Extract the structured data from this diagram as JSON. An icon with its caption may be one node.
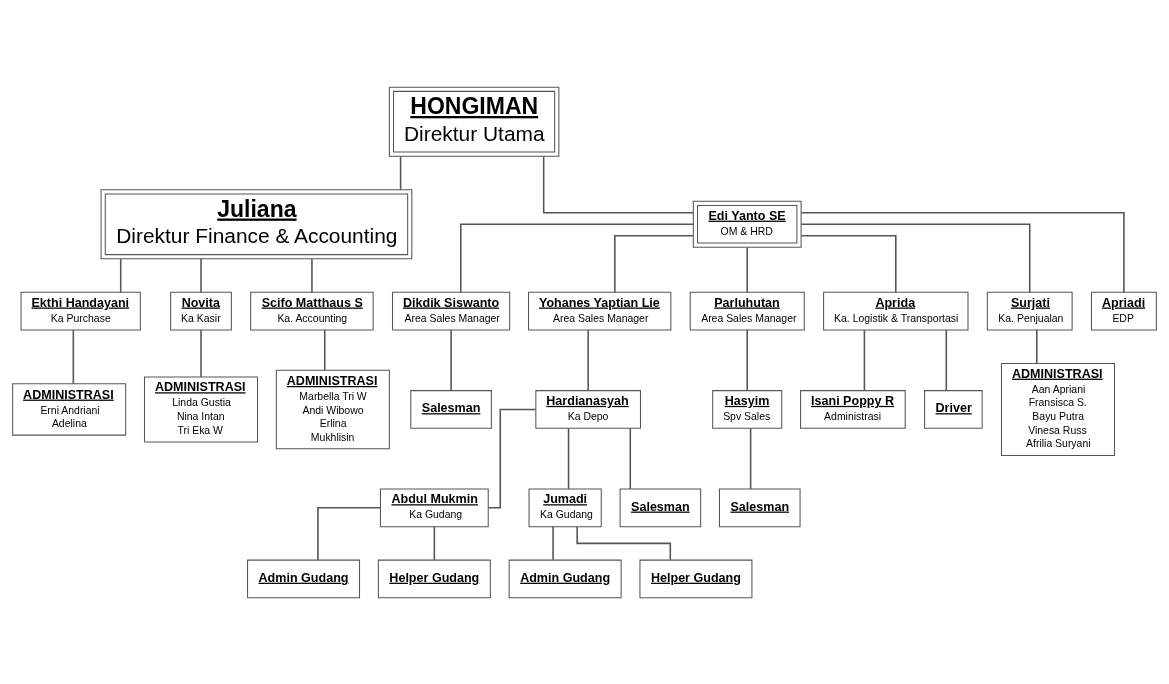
{
  "diagram": {
    "nodes": [
      {
        "text": [
          "HONGIMAN",
          "Direktur Utama"
        ]
      },
      {
        "text": [
          "Juliana",
          "Direktur Finance & Accounting"
        ]
      },
      {
        "text": [
          "Edi Yanto SE",
          "OM & HRD"
        ]
      },
      {
        "text": [
          "Dikdik Siswanto",
          "Area Sales Manager"
        ]
      },
      {
        "text": [
          "Yohanes Yaptian Lie",
          "Area Sales Manager"
        ]
      },
      {
        "text": [
          "Parluhutan",
          "Area Sales Manager"
        ]
      },
      {
        "text": [
          "Aprida",
          "Ka. Logistik & Transportasi"
        ]
      },
      {
        "text": [
          "Surjati",
          "Ka. Penjualan"
        ]
      },
      {
        "text": [
          "Apriadi",
          "EDP"
        ]
      },
      {
        "text": [
          "Salesman"
        ]
      },
      {
        "text": [
          "Hardianasyah",
          "Ka Depo"
        ]
      },
      {
        "text": [
          "Hasyim",
          "Spv Sales"
        ]
      },
      {
        "text": [
          "Salesman"
        ]
      },
      {
        "text": [
          "Abdul Mukmin",
          "Ka Gudang"
        ]
      },
      {
        "text": [
          "Jumadi",
          "Ka Gudang"
        ]
      },
      {
        "text": [
          "Salesman"
        ]
      },
      {
        "text": [
          "Admin Gudang"
        ]
      },
      {
        "text": [
          "Helper Gudang"
        ]
      },
      {
        "text": [
          "Admin Gudang"
        ]
      },
      {
        "text": [
          "Helper Gudang"
        ]
      },
      {
        "text": [
          "Isani Poppy R",
          "Administrasi"
        ]
      },
      {
        "text": [
          "Driver"
        ]
      },
      {
        "text": [
          "ADMINISTRASI",
          "Aan Apriani",
          "Fransisca S.",
          "Bayu Putra",
          "Vinesa Russ",
          "Afrilia Suryani"
        ]
      },
      {
        "text": [
          "Ekthi Handayani",
          "Ka Purchase"
        ]
      },
      {
        "text": [
          "Novita",
          "Ka Kasir"
        ]
      },
      {
        "text": [
          "Scifo Matthaus S",
          "Ka. Accounting"
        ]
      },
      {
        "text": [
          "ADMINISTRASI",
          "Erni Andriani",
          "Adelina"
        ]
      },
      {
        "text": [
          "ADMINISTRASI",
          "Linda Gustia",
          "Nina Intan",
          "Tri Eka W"
        ]
      },
      {
        "text": [
          "ADMINISTRASI",
          "Marbella Tri W",
          "Andi Wibowo",
          "Erlina",
          "Mukhlisin"
        ]
      }
    ],
    "edges": [
      {
        "from": 0,
        "to": 1,
        "arrow": "none"
      },
      {
        "from": 0,
        "to": 2,
        "arrow": "none"
      },
      {
        "from": 2,
        "to": 3,
        "arrow": "none"
      },
      {
        "from": 2,
        "to": 4,
        "arrow": "none"
      },
      {
        "from": 2,
        "to": 5,
        "arrow": "none"
      },
      {
        "from": 2,
        "to": 6,
        "arrow": "none"
      },
      {
        "from": 2,
        "to": 7,
        "arrow": "none"
      },
      {
        "from": 2,
        "to": 8,
        "arrow": "none"
      },
      {
        "from": 3,
        "to": 9,
        "arrow": "none"
      },
      {
        "from": 4,
        "to": 10,
        "arrow": "none"
      },
      {
        "from": 5,
        "to": 11,
        "arrow": "none"
      },
      {
        "from": 11,
        "to": 12,
        "arrow": "none"
      },
      {
        "from": 10,
        "to": 13,
        "arrow": "none"
      },
      {
        "from": 10,
        "to": 14,
        "arrow": "none"
      },
      {
        "from": 10,
        "to": 15,
        "arrow": "none"
      },
      {
        "from": 13,
        "to": 16,
        "arrow": "none"
      },
      {
        "from": 13,
        "to": 17,
        "arrow": "none"
      },
      {
        "from": 14,
        "to": 18,
        "arrow": "none"
      },
      {
        "from": 14,
        "to": 19,
        "arrow": "none"
      },
      {
        "from": 6,
        "to": 20,
        "arrow": "none"
      },
      {
        "from": 6,
        "to": 21,
        "arrow": "none"
      },
      {
        "from": 7,
        "to": 22,
        "arrow": "none"
      },
      {
        "from": 1,
        "to": 23,
        "arrow": "none"
      },
      {
        "from": 1,
        "to": 24,
        "arrow": "none"
      },
      {
        "from": 1,
        "to": 25,
        "arrow": "none"
      },
      {
        "from": 23,
        "to": 26,
        "arrow": "none"
      },
      {
        "from": 24,
        "to": 27,
        "arrow": "none"
      },
      {
        "from": 25,
        "to": 28,
        "arrow": "none"
      }
    ]
  }
}
